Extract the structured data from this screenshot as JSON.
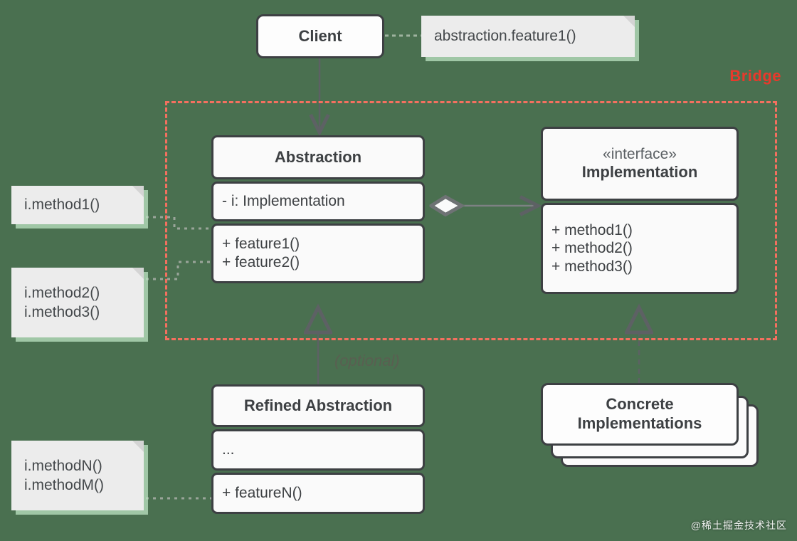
{
  "diagram": {
    "title": "Bridge pattern UML class diagram",
    "background_color": "#4a7050",
    "accent_color": "#e8392c",
    "boundary_color": "#f4705f",
    "box_border_color": "#3d4043",
    "note_fill_color": "#ececec",
    "note_glow_color": "#bee4c3"
  },
  "boundary": {
    "label": "Bridge",
    "style": "dashed"
  },
  "client": {
    "label": "Client"
  },
  "client_note": {
    "lines": [
      "abstraction.feature1()"
    ]
  },
  "abstraction": {
    "title": "Abstraction",
    "fields": [
      "- i: Implementation"
    ],
    "methods": [
      "+ feature1()",
      "+ feature2()"
    ]
  },
  "implementation": {
    "stereotype": "«interface»",
    "title": "Implementation",
    "methods": [
      "+ method1()",
      "+ method2()",
      "+ method3()"
    ]
  },
  "refined_abstraction": {
    "title": "Refined Abstraction",
    "fields": [
      "..."
    ],
    "methods": [
      "+ featureN()"
    ]
  },
  "concrete_implementations": {
    "line1": "Concrete",
    "line2": "Implementations"
  },
  "notes": [
    {
      "name": "note-method1",
      "lines": [
        "i.method1()"
      ]
    },
    {
      "name": "note-method23",
      "lines": [
        "i.method2()",
        "i.method3()"
      ]
    },
    {
      "name": "note-methodNM",
      "lines": [
        "i.methodN()",
        "i.methodM()"
      ]
    }
  ],
  "edge_labels": {
    "optional": "(optional)"
  },
  "watermark": {
    "text": "@稀土掘金技术社区"
  }
}
